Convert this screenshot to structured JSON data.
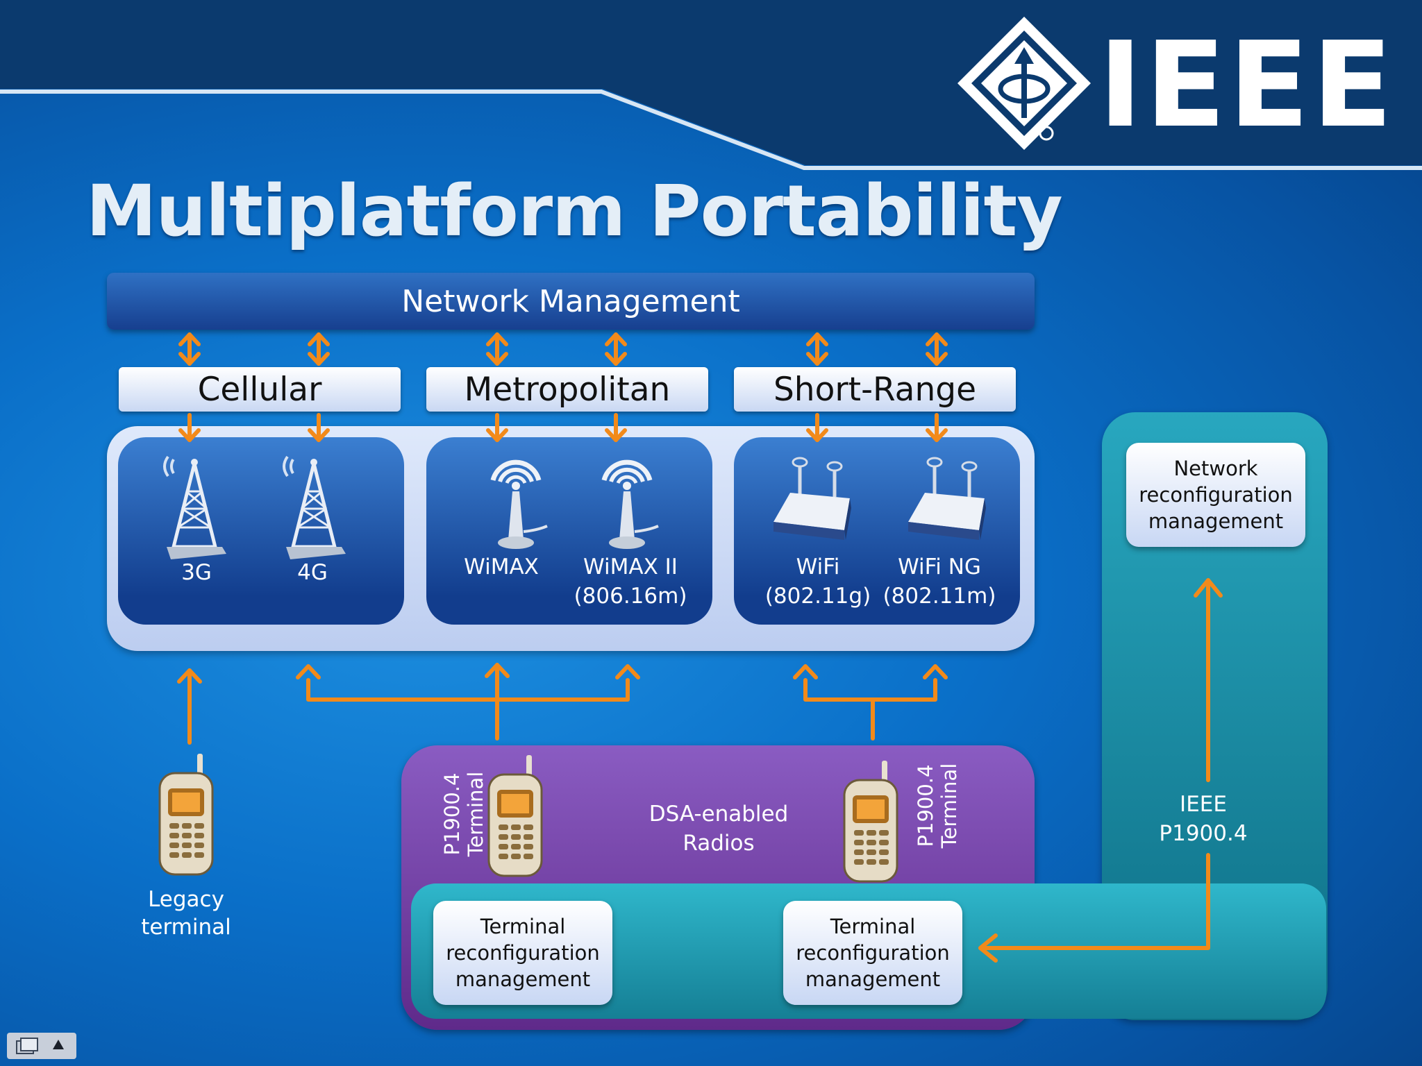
{
  "title": "Multiplatform Portability",
  "logo": {
    "wordmark": "IEEE"
  },
  "network_management": "Network Management",
  "categories": [
    {
      "label": "Cellular",
      "devices": [
        "3G",
        "4G"
      ]
    },
    {
      "label": "Metropolitan",
      "devices": [
        "WiMAX",
        "WiMAX II\n(806.16m)"
      ]
    },
    {
      "label": "Short-Range",
      "devices": [
        "WiFi\n(802.11g)",
        "WiFi NG\n(802.11m)"
      ]
    }
  ],
  "legacy_terminal": "Legacy\nterminal",
  "dsa_radios": "DSA-enabled\nRadios",
  "p1900_terminal": "P1900.4\nTerminal",
  "terminal_reconfig": "Terminal\nreconfiguration\nmanagement",
  "network_reconfig": "Network\nreconfiguration\nmanagement",
  "ieee_p1900": "IEEE\nP1900.4",
  "colors": {
    "arrow": "#f28a1a",
    "header_navy": "#0b3a6e",
    "purple_panel": "#7a4ab0",
    "teal_panel": "#1f9bb4"
  }
}
